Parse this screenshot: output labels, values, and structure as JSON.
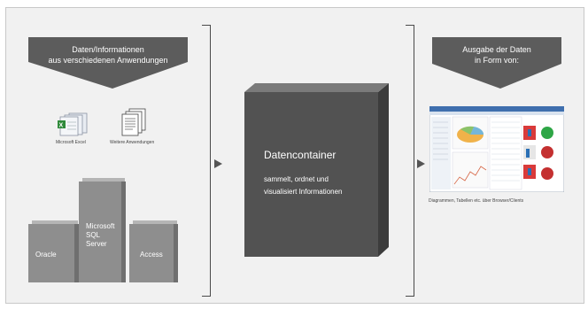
{
  "left": {
    "banner": [
      "Daten/Informationen",
      "aus verschiedenen Anwendungen"
    ],
    "icons": [
      {
        "icon": "excel-files-icon",
        "label": "Microsoft Excel"
      },
      {
        "icon": "documents-icon",
        "label": "Weitere Anwendungen"
      }
    ],
    "databases": [
      {
        "label": "Oracle"
      },
      {
        "label": "Microsoft\nSQL\nServer"
      },
      {
        "label": "Access"
      }
    ]
  },
  "center": {
    "title": "Datencontainer",
    "text": "sammelt, ordnet und\nvisualisiert Informationen"
  },
  "right": {
    "banner": [
      "Ausgabe der Daten",
      "in Form von:"
    ],
    "caption": "Diagrammen, Tabellen etc. über Browser/Clients"
  },
  "colors": {
    "banner": "#5c5c5c",
    "container": "#525252",
    "database": "#8e8e8e",
    "background": "#f1f1f1"
  }
}
